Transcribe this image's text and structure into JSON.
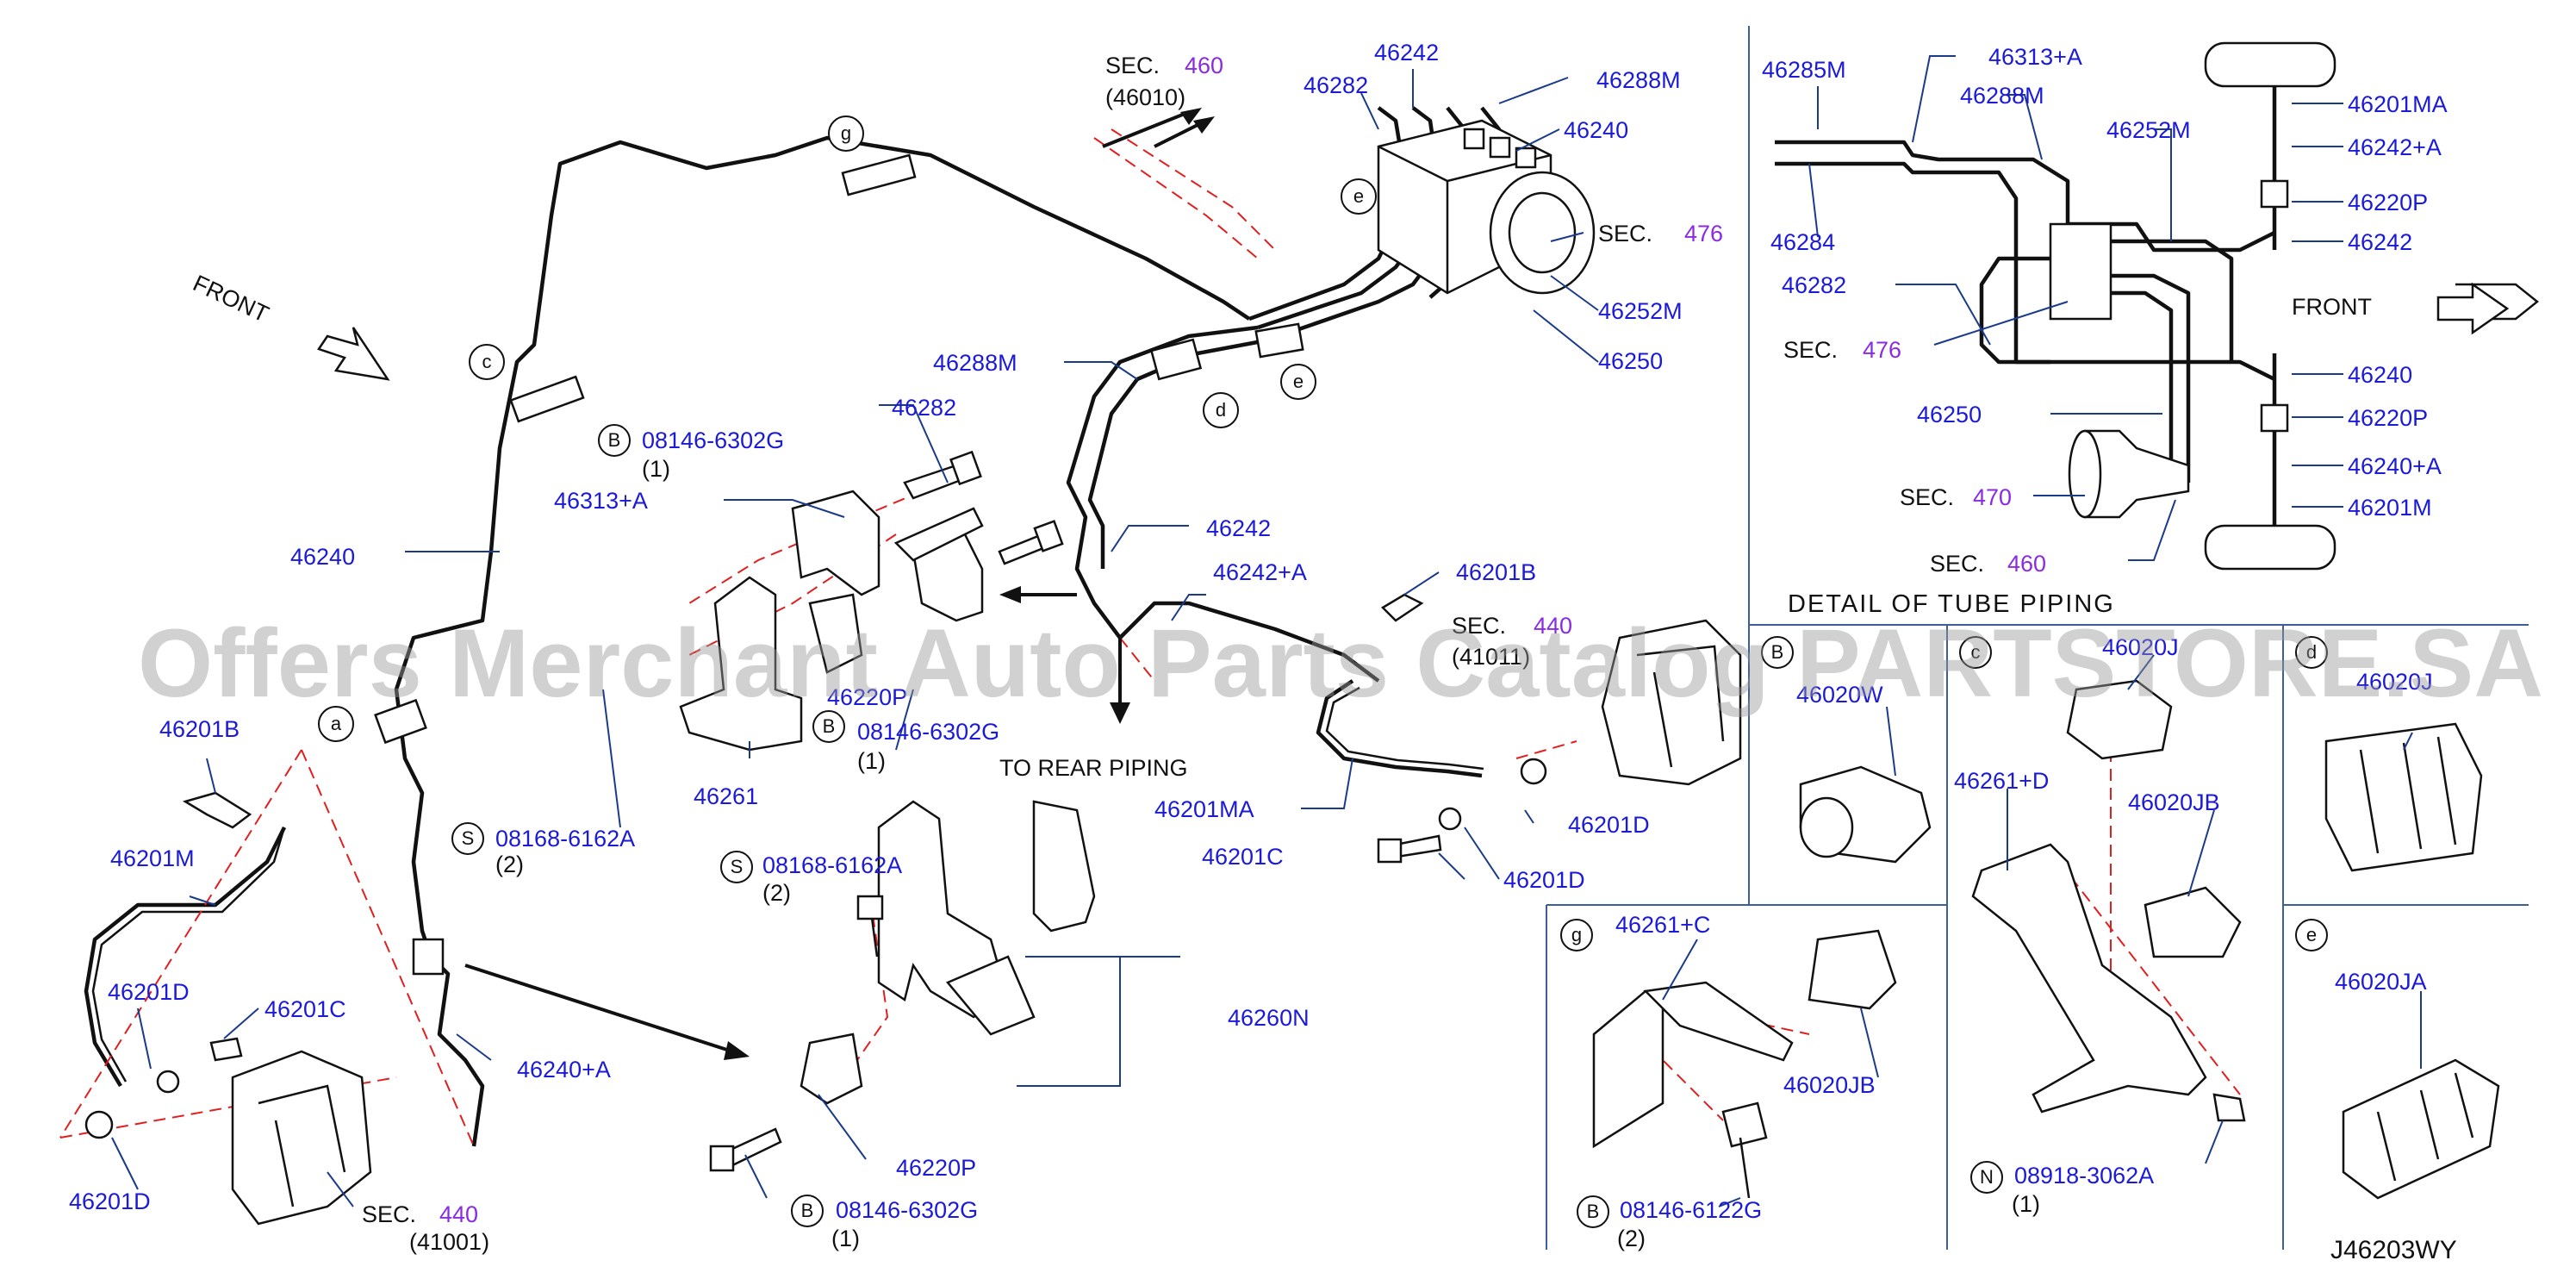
{
  "diagram_code": "J46203WY",
  "watermark": "Offers Merchant Auto Parts Catalog PARTSTORE.SA",
  "front_label": "FRONT",
  "detail_title": "DETAIL   OF   TUBE   PIPING",
  "to_rear": "TO   REAR   PIPING",
  "sec_word": "SEC.",
  "circle_letters": {
    "a": "a",
    "b": "B",
    "c": "c",
    "d": "d",
    "e": "e",
    "g": "g",
    "s": "S",
    "n": "N"
  },
  "sec_refs": {
    "s460": "460",
    "s46010": "(46010)",
    "s476": "476",
    "s440": "440",
    "s41011": "(41011)",
    "s41001": "(41001)",
    "s470": "470"
  },
  "parts": {
    "p46242": "46242",
    "p46282": "46282",
    "p46288M": "46288M",
    "p46240": "46240",
    "p46252M": "46252M",
    "p46250": "46250",
    "p46313A": "46313+A",
    "p46220P": "46220P",
    "p46261": "46261",
    "p08146_6302G": "08146-6302G",
    "q1": "(1)",
    "q2": "(2)",
    "p08168_6162A": "08168-6162A",
    "p46242A": "46242+A",
    "p46201B": "46201B",
    "p46201MA": "46201MA",
    "p46201D": "46201D",
    "p46201C": "46201C",
    "p46201M": "46201M",
    "p46240A": "46240+A",
    "p46260N": "46260N",
    "p46285M": "46285M",
    "p46284": "46284",
    "p46201MA_r": "46201MA",
    "p46220P_r": "46220P",
    "p46201M_r": "46201M",
    "p46020W": "46020W",
    "p46020J": "46020J",
    "p46261D": "46261+D",
    "p46020JB": "46020JB",
    "p08918_3062A": "08918-3062A",
    "p46020JA": "46020JA",
    "p46261C": "46261+C",
    "p08146_6122G": "08146-6122G"
  }
}
